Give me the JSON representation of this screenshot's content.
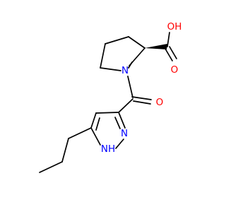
{
  "molecule": {
    "atom_labels": {
      "oh": "OH",
      "o_acid": "O",
      "n_pyrrolidine": "N",
      "o_carbonyl": "O",
      "n_pyrazole": "N",
      "nh_pyrazole": "NH"
    },
    "colors": {
      "bond": "#000000",
      "oxygen": "#ff0000",
      "nitrogen": "#0000ff",
      "background": "#ffffff"
    },
    "stereo": "wedge"
  }
}
